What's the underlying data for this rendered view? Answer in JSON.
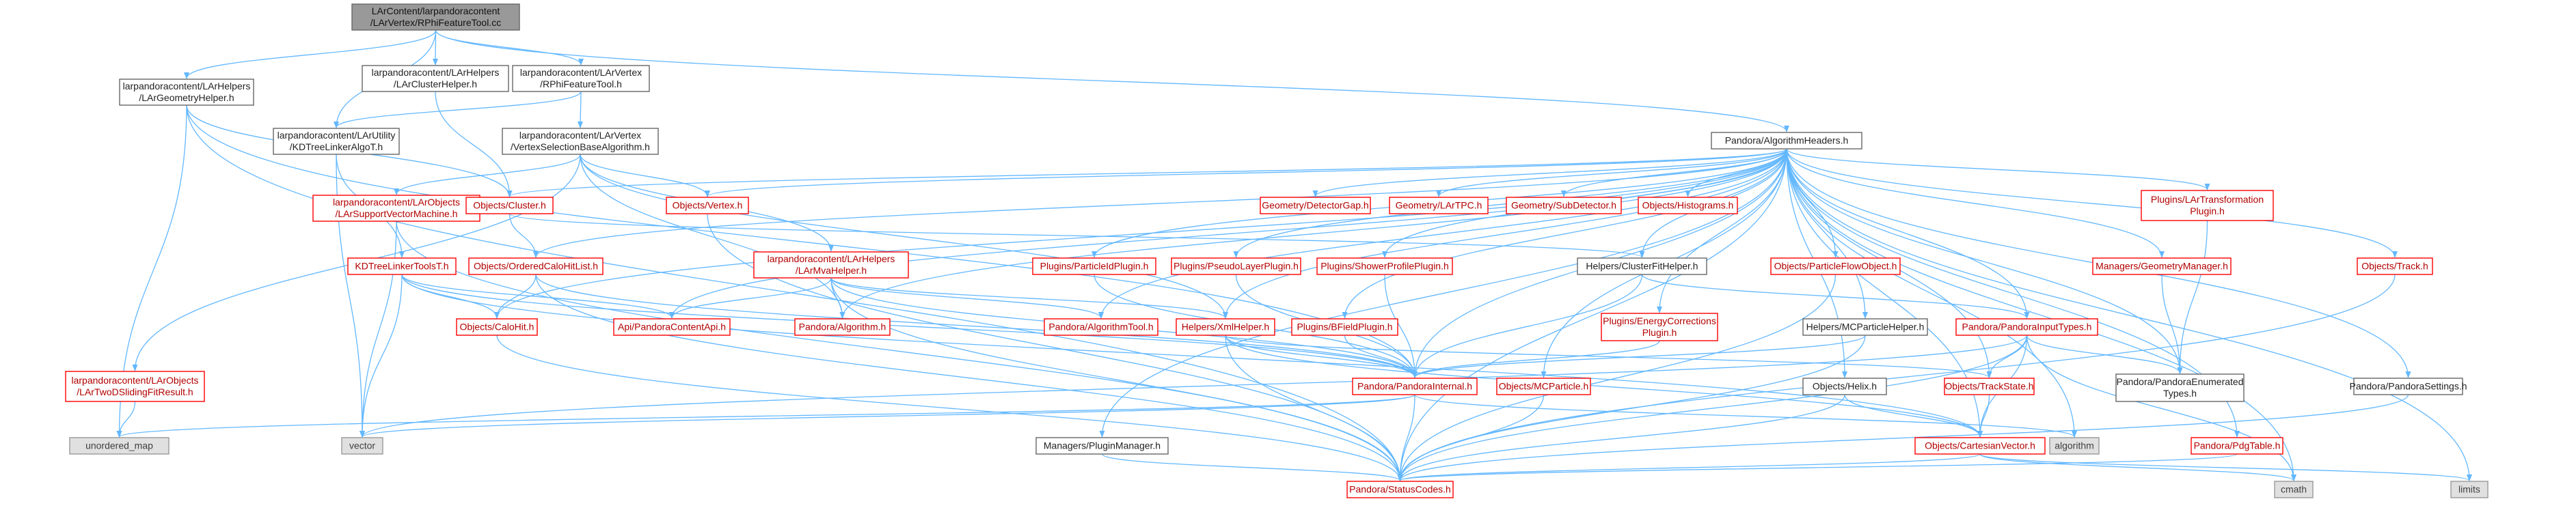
{
  "graph": {
    "nodes": [
      {
        "id": "root",
        "lines": [
          "LArContent/larpandoracontent",
          "/LArVertex/RPhiFeatureTool.cc"
        ],
        "style": "root"
      },
      {
        "id": "geomhelper",
        "lines": [
          "larpandoracontent/LArHelpers",
          "/LArGeometryHelper.h"
        ],
        "style": "plain"
      },
      {
        "id": "clusterhelper",
        "lines": [
          "larpandoracontent/LArHelpers",
          "/LArClusterHelper.h"
        ],
        "style": "plain"
      },
      {
        "id": "rphih",
        "lines": [
          "larpandoracontent/LArVertex",
          "/RPhiFeatureTool.h"
        ],
        "style": "plain"
      },
      {
        "id": "kdalgo",
        "lines": [
          "larpandoracontent/LArUtility",
          "/KDTreeLinkerAlgoT.h"
        ],
        "style": "plain"
      },
      {
        "id": "vsba",
        "lines": [
          "larpandoracontent/LArVertex",
          "/VertexSelectionBaseAlgorithm.h"
        ],
        "style": "plain"
      },
      {
        "id": "algheaders",
        "lines": [
          "Pandora/AlgorithmHeaders.h"
        ],
        "style": "plain"
      },
      {
        "id": "svm",
        "lines": [
          "larpandoracontent/LArObjects",
          "/LArSupportVectorMachine.h"
        ],
        "style": "red"
      },
      {
        "id": "cluster",
        "lines": [
          "Objects/Cluster.h"
        ],
        "style": "red"
      },
      {
        "id": "vertex",
        "lines": [
          "Objects/Vertex.h"
        ],
        "style": "red"
      },
      {
        "id": "detgap",
        "lines": [
          "Geometry/DetectorGap.h"
        ],
        "style": "red"
      },
      {
        "id": "lartpc",
        "lines": [
          "Geometry/LArTPC.h"
        ],
        "style": "red"
      },
      {
        "id": "subdet",
        "lines": [
          "Geometry/SubDetector.h"
        ],
        "style": "red"
      },
      {
        "id": "histo",
        "lines": [
          "Objects/Histograms.h"
        ],
        "style": "red"
      },
      {
        "id": "lartrans",
        "lines": [
          "Plugins/LArTransformation",
          "Plugin.h"
        ],
        "style": "red"
      },
      {
        "id": "kdtools",
        "lines": [
          "KDTreeLinkerToolsT.h"
        ],
        "style": "red"
      },
      {
        "id": "ocalo",
        "lines": [
          "Objects/OrderedCaloHitList.h"
        ],
        "style": "red"
      },
      {
        "id": "mvahelper",
        "lines": [
          "larpandoracontent/LArHelpers",
          "/LArMvaHelper.h"
        ],
        "style": "red"
      },
      {
        "id": "ppplugin",
        "lines": [
          "Plugins/ParticleIdPlugin.h"
        ],
        "style": "red"
      },
      {
        "id": "pslplugin",
        "lines": [
          "Plugins/PseudoLayerPlugin.h"
        ],
        "style": "red"
      },
      {
        "id": "spplugin",
        "lines": [
          "Plugins/ShowerProfilePlugin.h"
        ],
        "style": "red"
      },
      {
        "id": "cfithelper",
        "lines": [
          "Helpers/ClusterFitHelper.h"
        ],
        "style": "plain"
      },
      {
        "id": "pfo",
        "lines": [
          "Objects/ParticleFlowObject.h"
        ],
        "style": "red"
      },
      {
        "id": "geommgr",
        "lines": [
          "Managers/GeometryManager.h"
        ],
        "style": "red"
      },
      {
        "id": "track",
        "lines": [
          "Objects/Track.h"
        ],
        "style": "red"
      },
      {
        "id": "calohit",
        "lines": [
          "Objects/CaloHit.h"
        ],
        "style": "red"
      },
      {
        "id": "contentapi",
        "lines": [
          "Api/PandoraContentApi.h"
        ],
        "style": "red"
      },
      {
        "id": "algorithm",
        "lines": [
          "Pandora/Algorithm.h"
        ],
        "style": "red"
      },
      {
        "id": "algtool",
        "lines": [
          "Pandora/AlgorithmTool.h"
        ],
        "style": "red"
      },
      {
        "id": "xmlhelper",
        "lines": [
          "Helpers/XmlHelper.h"
        ],
        "style": "red"
      },
      {
        "id": "bfield",
        "lines": [
          "Plugins/BFieldPlugin.h"
        ],
        "style": "red"
      },
      {
        "id": "energycorr",
        "lines": [
          "Plugins/EnergyCorrections",
          "Plugin.h"
        ],
        "style": "red"
      },
      {
        "id": "mcphelper",
        "lines": [
          "Helpers/MCParticleHelper.h"
        ],
        "style": "plain"
      },
      {
        "id": "inputtypes",
        "lines": [
          "Pandora/PandoraInputTypes.h"
        ],
        "style": "red"
      },
      {
        "id": "twodfit",
        "lines": [
          "larpandoracontent/LArObjects",
          "/LArTwoDSlidingFitResult.h"
        ],
        "style": "red"
      },
      {
        "id": "pinternal",
        "lines": [
          "Pandora/PandoraInternal.h"
        ],
        "style": "red"
      },
      {
        "id": "mcparticle",
        "lines": [
          "Objects/MCParticle.h"
        ],
        "style": "red"
      },
      {
        "id": "helix",
        "lines": [
          "Objects/Helix.h"
        ],
        "style": "plain"
      },
      {
        "id": "trackstate",
        "lines": [
          "Objects/TrackState.h"
        ],
        "style": "red"
      },
      {
        "id": "enumtypes",
        "lines": [
          "Pandora/PandoraEnumerated",
          "Types.h"
        ],
        "style": "plain"
      },
      {
        "id": "settings",
        "lines": [
          "Pandora/PandoraSettings.h"
        ],
        "style": "plain"
      },
      {
        "id": "umap",
        "lines": [
          "unordered_map"
        ],
        "style": "sys"
      },
      {
        "id": "vector",
        "lines": [
          "vector"
        ],
        "style": "sys"
      },
      {
        "id": "cartvec",
        "lines": [
          "Objects/CartesianVector.h"
        ],
        "style": "red"
      },
      {
        "id": "algostd",
        "lines": [
          "algorithm"
        ],
        "style": "sys"
      },
      {
        "id": "pdgtable",
        "lines": [
          "Pandora/PdgTable.h"
        ],
        "style": "red"
      },
      {
        "id": "pluginmgr",
        "lines": [
          "Managers/PluginManager.h"
        ],
        "style": "plain"
      },
      {
        "id": "cmath",
        "lines": [
          "cmath"
        ],
        "style": "sys"
      },
      {
        "id": "limits",
        "lines": [
          "limits"
        ],
        "style": "sys"
      },
      {
        "id": "status",
        "lines": [
          "Pandora/StatusCodes.h"
        ],
        "style": "red"
      }
    ],
    "edges": [
      [
        "root",
        "geomhelper"
      ],
      [
        "root",
        "kdalgo"
      ],
      [
        "root",
        "clusterhelper"
      ],
      [
        "root",
        "rphih"
      ],
      [
        "root",
        "algheaders"
      ],
      [
        "geomhelper",
        "cluster"
      ],
      [
        "geomhelper",
        "umap"
      ],
      [
        "geomhelper",
        "status"
      ],
      [
        "geomhelper",
        "pinternal"
      ],
      [
        "clusterhelper",
        "cluster"
      ],
      [
        "rphih",
        "kdalgo"
      ],
      [
        "rphih",
        "vsba"
      ],
      [
        "kdalgo",
        "kdtools"
      ],
      [
        "kdalgo",
        "vector"
      ],
      [
        "vsba",
        "twodfit"
      ],
      [
        "vsba",
        "svm"
      ],
      [
        "vsba",
        "mvahelper"
      ],
      [
        "vsba",
        "vertex"
      ],
      [
        "vsba",
        "algorithm"
      ],
      [
        "vsba",
        "xmlhelper"
      ],
      [
        "algheaders",
        "cluster"
      ],
      [
        "algheaders",
        "vertex"
      ],
      [
        "algheaders",
        "detgap"
      ],
      [
        "algheaders",
        "lartpc"
      ],
      [
        "algheaders",
        "subdet"
      ],
      [
        "algheaders",
        "histo"
      ],
      [
        "algheaders",
        "lartrans"
      ],
      [
        "algheaders",
        "ocalo"
      ],
      [
        "algheaders",
        "ppplugin"
      ],
      [
        "algheaders",
        "pslplugin"
      ],
      [
        "algheaders",
        "spplugin"
      ],
      [
        "algheaders",
        "cfithelper"
      ],
      [
        "algheaders",
        "pfo"
      ],
      [
        "algheaders",
        "geommgr"
      ],
      [
        "algheaders",
        "track"
      ],
      [
        "algheaders",
        "calohit"
      ],
      [
        "algheaders",
        "contentapi"
      ],
      [
        "algheaders",
        "algorithm"
      ],
      [
        "algheaders",
        "algtool"
      ],
      [
        "algheaders",
        "xmlhelper"
      ],
      [
        "algheaders",
        "bfield"
      ],
      [
        "algheaders",
        "energycorr"
      ],
      [
        "algheaders",
        "mcphelper"
      ],
      [
        "algheaders",
        "inputtypes"
      ],
      [
        "algheaders",
        "pinternal"
      ],
      [
        "algheaders",
        "mcparticle"
      ],
      [
        "algheaders",
        "helix"
      ],
      [
        "algheaders",
        "trackstate"
      ],
      [
        "algheaders",
        "settings"
      ],
      [
        "algheaders",
        "cartvec"
      ],
      [
        "algheaders",
        "pdgtable"
      ],
      [
        "algheaders",
        "pluginmgr"
      ],
      [
        "algheaders",
        "cmath"
      ],
      [
        "algheaders",
        "limits"
      ],
      [
        "algheaders",
        "status"
      ],
      [
        "algheaders",
        "enumtypes"
      ],
      [
        "algheaders",
        "algostd"
      ],
      [
        "svm",
        "status"
      ],
      [
        "svm",
        "vector"
      ],
      [
        "cluster",
        "ocalo"
      ],
      [
        "cluster",
        "cfithelper"
      ],
      [
        "vertex",
        "status"
      ],
      [
        "lartrans",
        "enumtypes"
      ],
      [
        "kdtools",
        "calohit"
      ],
      [
        "kdtools",
        "cartvec"
      ],
      [
        "kdtools",
        "vector"
      ],
      [
        "kdtools",
        "contentapi"
      ],
      [
        "kdtools",
        "pinternal"
      ],
      [
        "ocalo",
        "calohit"
      ],
      [
        "ocalo",
        "pinternal"
      ],
      [
        "ocalo",
        "status"
      ],
      [
        "mvahelper",
        "contentapi"
      ],
      [
        "mvahelper",
        "algorithm"
      ],
      [
        "mvahelper",
        "algtool"
      ],
      [
        "mvahelper",
        "xmlhelper"
      ],
      [
        "mvahelper",
        "status"
      ],
      [
        "mvahelper",
        "pinternal"
      ],
      [
        "ppplugin",
        "pinternal"
      ],
      [
        "pslplugin",
        "pinternal"
      ],
      [
        "spplugin",
        "pinternal"
      ],
      [
        "cfithelper",
        "pinternal"
      ],
      [
        "cfithelper",
        "inputtypes"
      ],
      [
        "pfo",
        "status"
      ],
      [
        "geommgr",
        "enumtypes"
      ],
      [
        "track",
        "status"
      ],
      [
        "calohit",
        "status"
      ],
      [
        "xmlhelper",
        "pinternal"
      ],
      [
        "xmlhelper",
        "cartvec"
      ],
      [
        "xmlhelper",
        "status"
      ],
      [
        "xmlhelper",
        "trackstate"
      ],
      [
        "bfield",
        "pinternal"
      ],
      [
        "energycorr",
        "pinternal"
      ],
      [
        "mcphelper",
        "pinternal"
      ],
      [
        "mcphelper",
        "status"
      ],
      [
        "inputtypes",
        "enumtypes"
      ],
      [
        "inputtypes",
        "trackstate"
      ],
      [
        "inputtypes",
        "cartvec"
      ],
      [
        "inputtypes",
        "status"
      ],
      [
        "inputtypes",
        "vector"
      ],
      [
        "inputtypes",
        "cmath"
      ],
      [
        "twodfit",
        "umap"
      ],
      [
        "pinternal",
        "umap"
      ],
      [
        "pinternal",
        "vector"
      ],
      [
        "pinternal",
        "algostd"
      ],
      [
        "pinternal",
        "status"
      ],
      [
        "mcparticle",
        "status"
      ],
      [
        "helix",
        "cartvec"
      ],
      [
        "helix",
        "status"
      ],
      [
        "trackstate",
        "cartvec"
      ],
      [
        "settings",
        "status"
      ],
      [
        "cartvec",
        "status"
      ],
      [
        "cartvec",
        "cmath"
      ],
      [
        "cartvec",
        "limits"
      ],
      [
        "pdgtable",
        "status"
      ],
      [
        "pluginmgr",
        "status"
      ]
    ]
  }
}
